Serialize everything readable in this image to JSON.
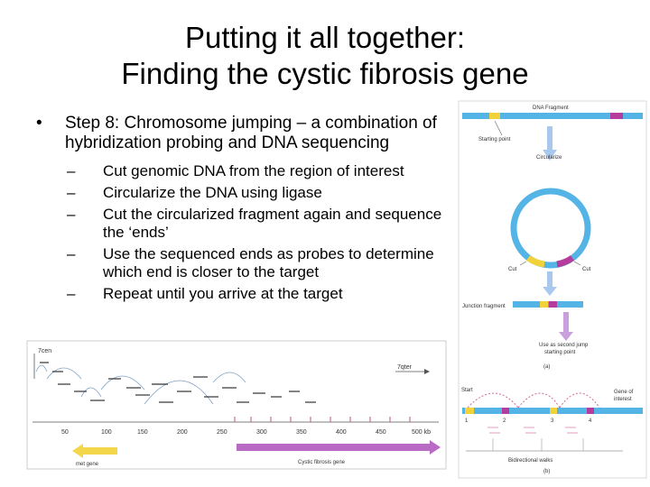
{
  "title": {
    "line1": "Putting it all together:",
    "line2": "Finding the cystic fibrosis gene"
  },
  "bullet": {
    "marker": "•",
    "text": "Step 8: Chromosome jumping – a combination of hybridization probing and DNA sequencing"
  },
  "sub_bullets": [
    {
      "marker": "–",
      "text": "Cut genomic DNA from the region of interest"
    },
    {
      "marker": "–",
      "text": "Circularize the DNA using ligase"
    },
    {
      "marker": "–",
      "text": "Cut the circularized fragment again and sequence the ‘ends’"
    },
    {
      "marker": "–",
      "text": "Use the sequenced ends as probes to determine which end is closer to the target"
    },
    {
      "marker": "–",
      "text": "Repeat until you arrive at the target"
    }
  ],
  "right_figure": {
    "dna_fragment": "DNA Fragment",
    "starting_point": "Starting point",
    "circularize": "Circularize",
    "cut_left": "Cut",
    "cut_right": "Cut",
    "junction_fragment": "Junction fragment",
    "use_as_second": "Use as second jump",
    "starting_point_2": "starting point",
    "panel_a": "(a)",
    "start": "Start",
    "gene_of_interest_1": "Gene of",
    "gene_of_interest_2": "interest",
    "numbers": [
      "1",
      "2",
      "3",
      "4"
    ],
    "bidirectional_walks": "Bidirectional walks",
    "panel_b": "(b)",
    "colors": {
      "band": "#55b4e6",
      "yellow": "#f2d23a",
      "magenta": "#b43c9c",
      "arrow": "#a8c8ee",
      "purple_arrow": "#c9a0dc"
    }
  },
  "bottom_figure": {
    "left_gene": "7cen",
    "right_gene": "7qter",
    "axis_ticks": [
      "50",
      "100",
      "150",
      "200",
      "250",
      "300",
      "350",
      "400",
      "450",
      "500 kb"
    ],
    "met_label": "met gene",
    "cf_label": "Cystic fibrosis gene",
    "colors": {
      "met": "#f4d64a",
      "cf": "#b86ac4"
    }
  }
}
